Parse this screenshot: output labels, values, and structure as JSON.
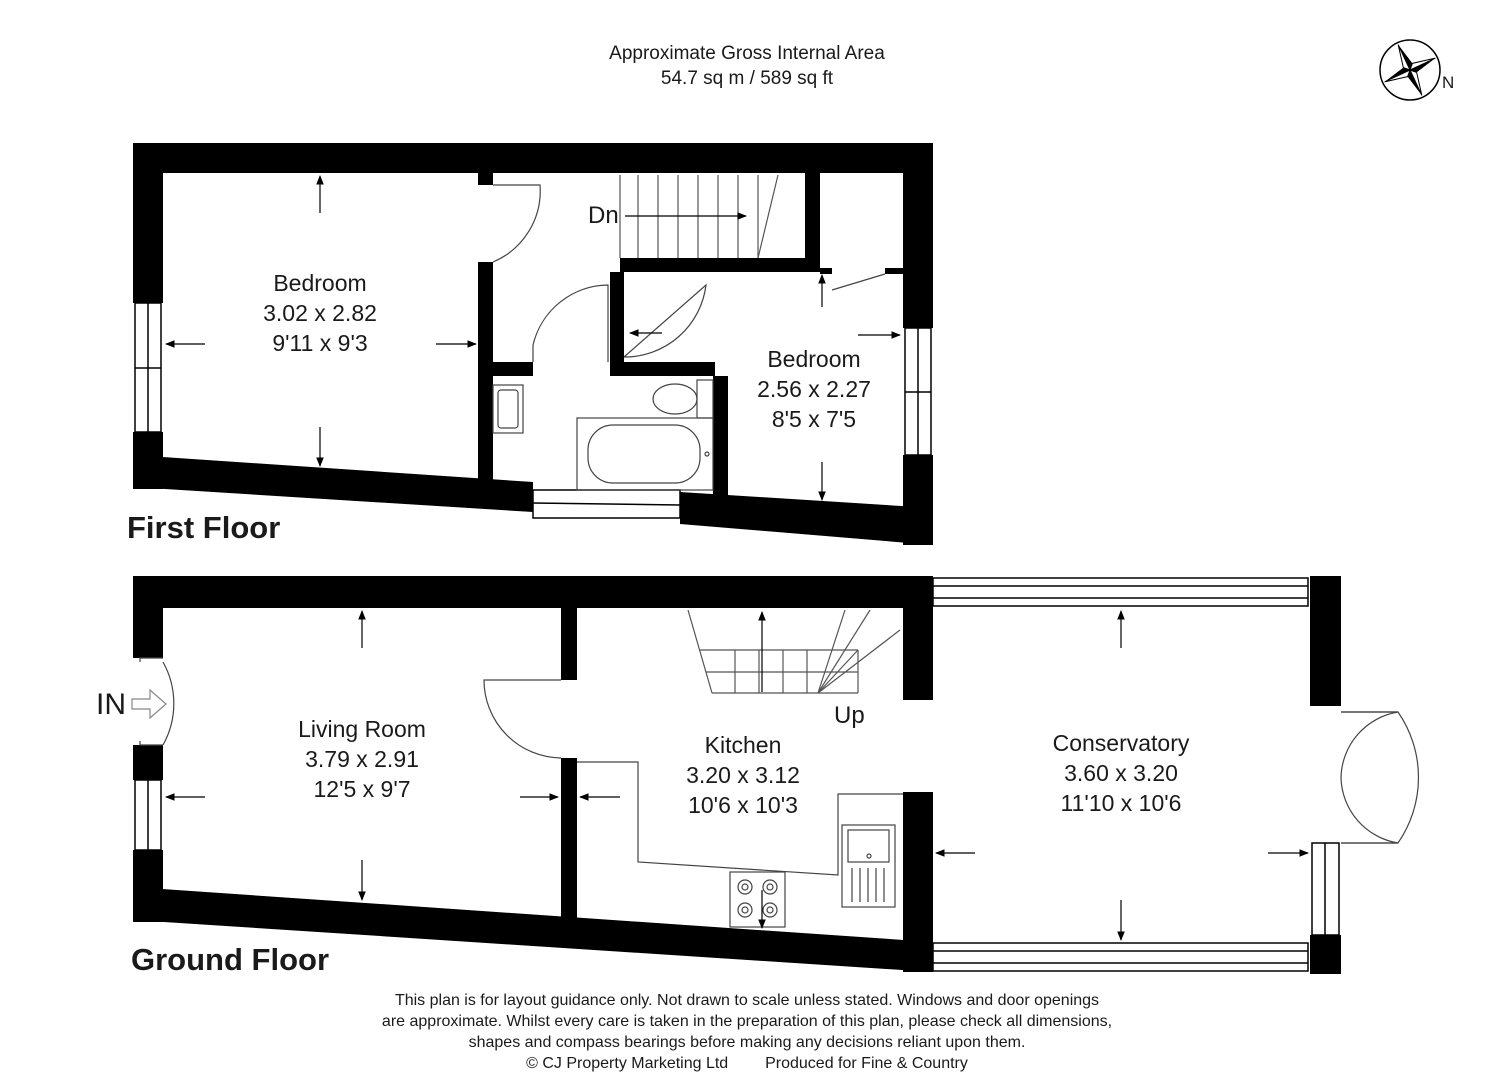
{
  "header": {
    "title": "Approximate Gross Internal Area",
    "area": "54.7 sq m / 589 sq ft"
  },
  "compass": {
    "label": "N"
  },
  "first_floor": {
    "title": "First Floor",
    "stairs_label": "Dn",
    "rooms": [
      {
        "name": "Bedroom",
        "metric": "3.02 x 2.82",
        "imperial": "9'11 x 9'3"
      },
      {
        "name": "Bedroom",
        "metric": "2.56 x 2.27",
        "imperial": "8'5 x 7'5"
      }
    ]
  },
  "ground_floor": {
    "title": "Ground Floor",
    "entrance_label": "IN",
    "stairs_label": "Up",
    "rooms": [
      {
        "name": "Living Room",
        "metric": "3.79 x 2.91",
        "imperial": "12'5 x 9'7"
      },
      {
        "name": "Kitchen",
        "metric": "3.20 x 3.12",
        "imperial": "10'6 x 10'3"
      },
      {
        "name": "Conservatory",
        "metric": "3.60 x 3.20",
        "imperial": "11'10 x 10'6"
      }
    ]
  },
  "footer": {
    "line1": "This plan is for layout guidance only. Not drawn to scale unless stated. Windows and door openings",
    "line2": "are approximate. Whilst every care is taken in the preparation of this plan, please check all dimensions,",
    "line3": "shapes and compass bearings before making any decisions reliant upon them.",
    "copyright": "© CJ Property Marketing Ltd",
    "produced_for": "Produced for Fine & Country"
  },
  "colors": {
    "wall": "#000000",
    "fixture": "#333333",
    "background": "#ffffff"
  }
}
